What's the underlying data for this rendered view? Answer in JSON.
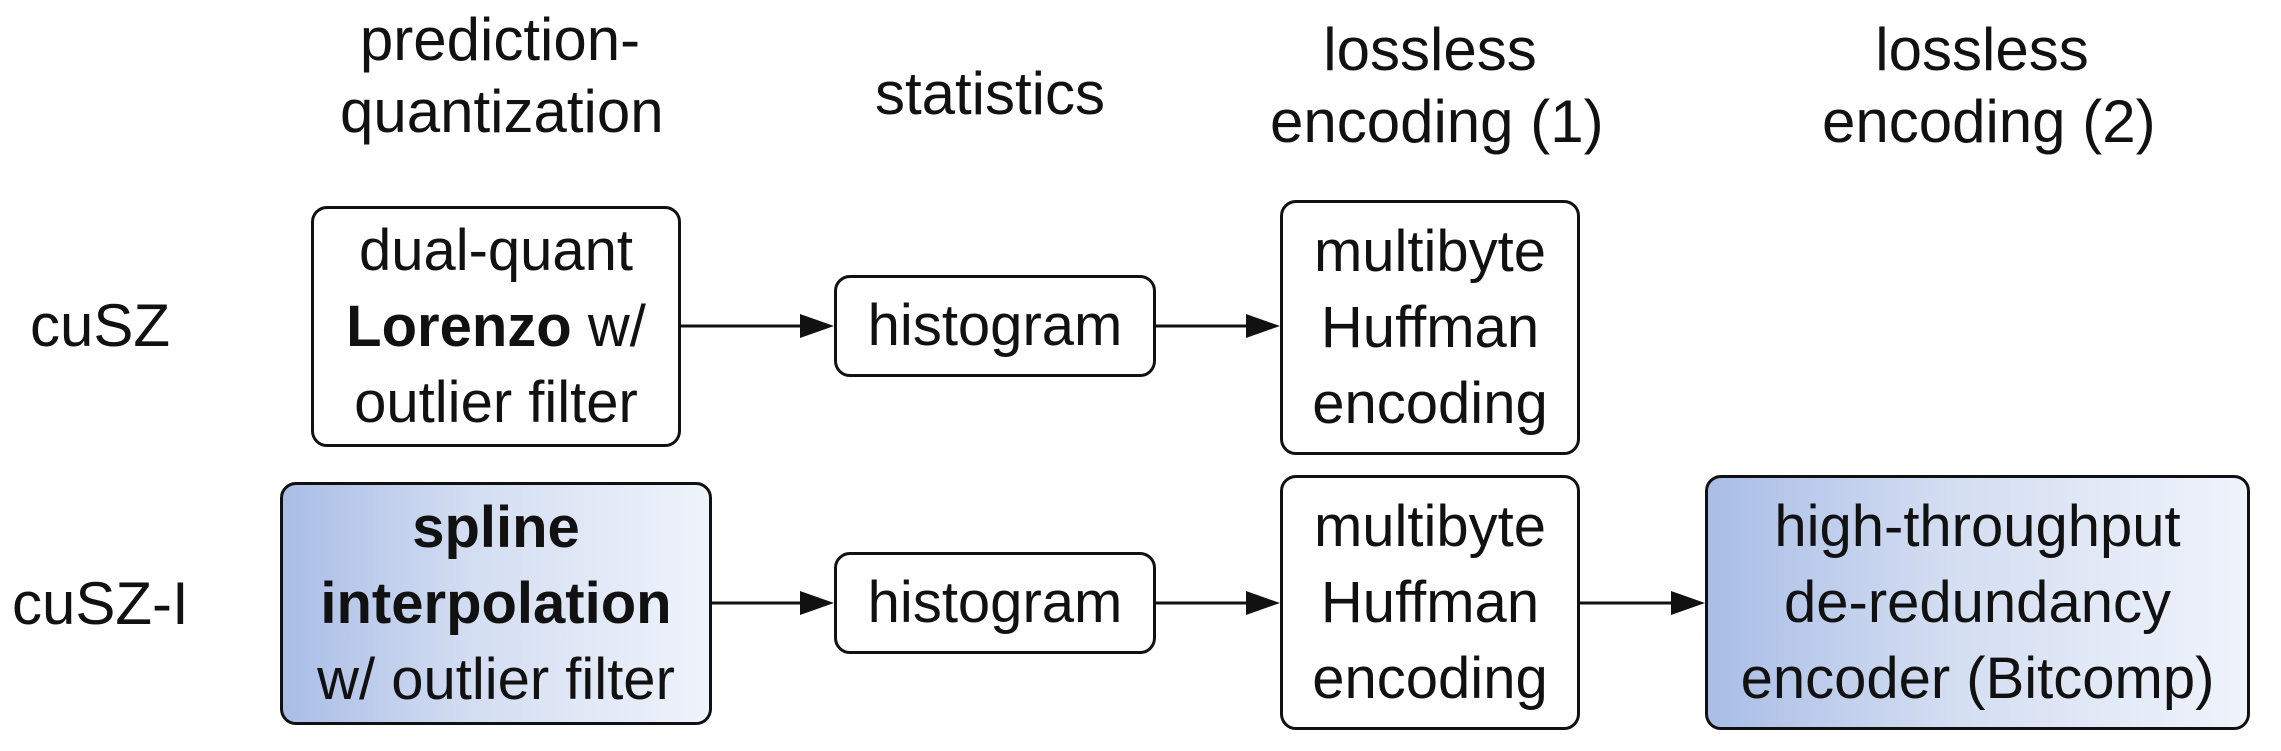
{
  "columns": {
    "prediction": [
      "prediction-",
      "quantization"
    ],
    "statistics": [
      "statistics"
    ],
    "lossless1": [
      "lossless",
      "encoding (1)"
    ],
    "lossless2": [
      "lossless",
      "encoding (2)"
    ]
  },
  "rows": {
    "cusz": {
      "label": "cuSZ",
      "predictor": {
        "line1": "dual-quant",
        "line2_bold": "Lorenzo",
        "line2_rest": " w/",
        "line3": "outlier filter"
      },
      "histogram": "histogram",
      "huffman": [
        "multibyte",
        "Huffman",
        "encoding"
      ]
    },
    "cuszi": {
      "label": "cuSZ-I",
      "predictor": {
        "line1_bold": "spline",
        "line2_bold": "interpolation",
        "line3": "w/ outlier filter"
      },
      "histogram": "histogram",
      "huffman": [
        "multibyte",
        "Huffman",
        "encoding"
      ],
      "bitcomp": [
        "high-throughput",
        "de-redundancy",
        "encoder (Bitcomp)"
      ]
    }
  },
  "colors": {
    "stroke": "#111111",
    "shade_dark": "#a9bde6",
    "shade_light": "#eff3fb"
  }
}
